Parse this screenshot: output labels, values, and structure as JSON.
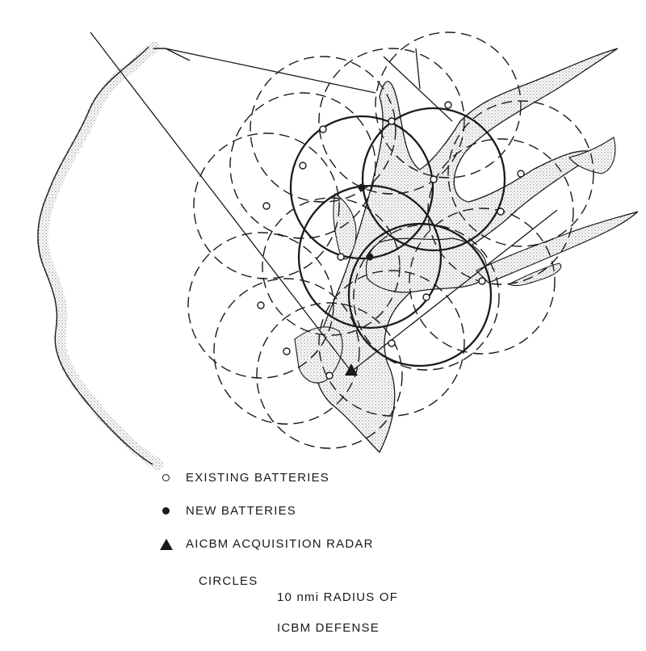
{
  "legend": {
    "existing_label": "EXISTING BATTERIES",
    "new_label": "NEW BATTERIES",
    "radar_label": "AICBM ACQUISITION RADAR",
    "circles_key": "CIRCLES",
    "circles_desc_line1": "10 nmi RADIUS OF",
    "circles_desc_line2": "ICBM DEFENSE",
    "symbols": {
      "existing": "open-circle-icon",
      "new": "filled-circle-icon",
      "radar": "filled-triangle-icon"
    }
  },
  "colors": {
    "ink": "#1a1a1a",
    "stipple": "#9a9a9a",
    "paper": "#ffffff"
  }
}
